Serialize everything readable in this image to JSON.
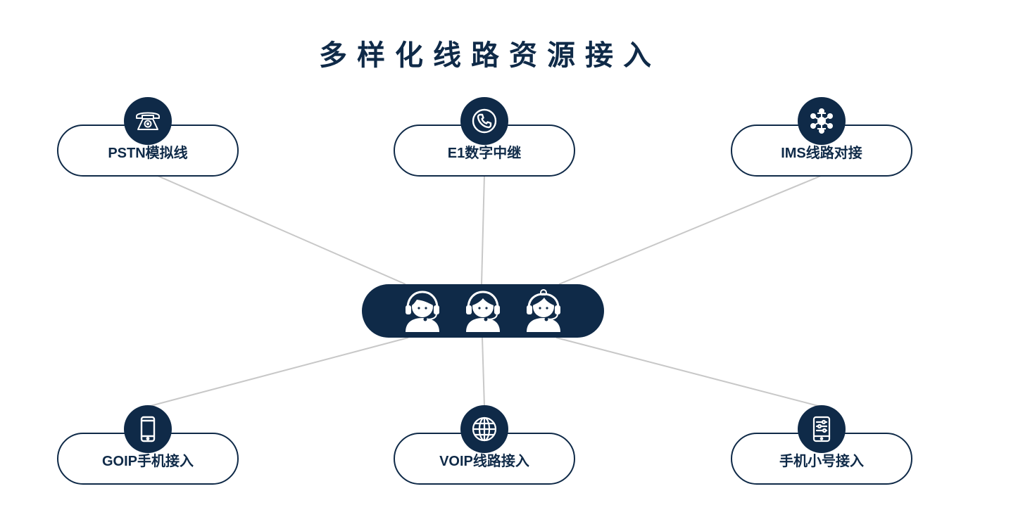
{
  "title": "多样化线路资源接入",
  "colors": {
    "primary": "#0f2a48",
    "connector": "#c8c8c8",
    "background": "#ffffff"
  },
  "nodes": [
    {
      "id": "pstn",
      "label": "PSTN模拟线",
      "icon": "telephone-icon"
    },
    {
      "id": "e1",
      "label": "E1数字中继",
      "icon": "phone-handset-icon"
    },
    {
      "id": "ims",
      "label": "IMS线路对接",
      "icon": "network-hub-icon"
    },
    {
      "id": "goip",
      "label": "GOIP手机接入",
      "icon": "mobile-phone-icon"
    },
    {
      "id": "voip",
      "label": "VOIP线路接入",
      "icon": "globe-icon"
    },
    {
      "id": "mobile-sub",
      "label": "手机小号接入",
      "icon": "tablet-settings-icon"
    }
  ],
  "hub": {
    "agents": [
      "agent-headset-icon",
      "agent-headset-icon",
      "agent-headset-icon"
    ]
  }
}
